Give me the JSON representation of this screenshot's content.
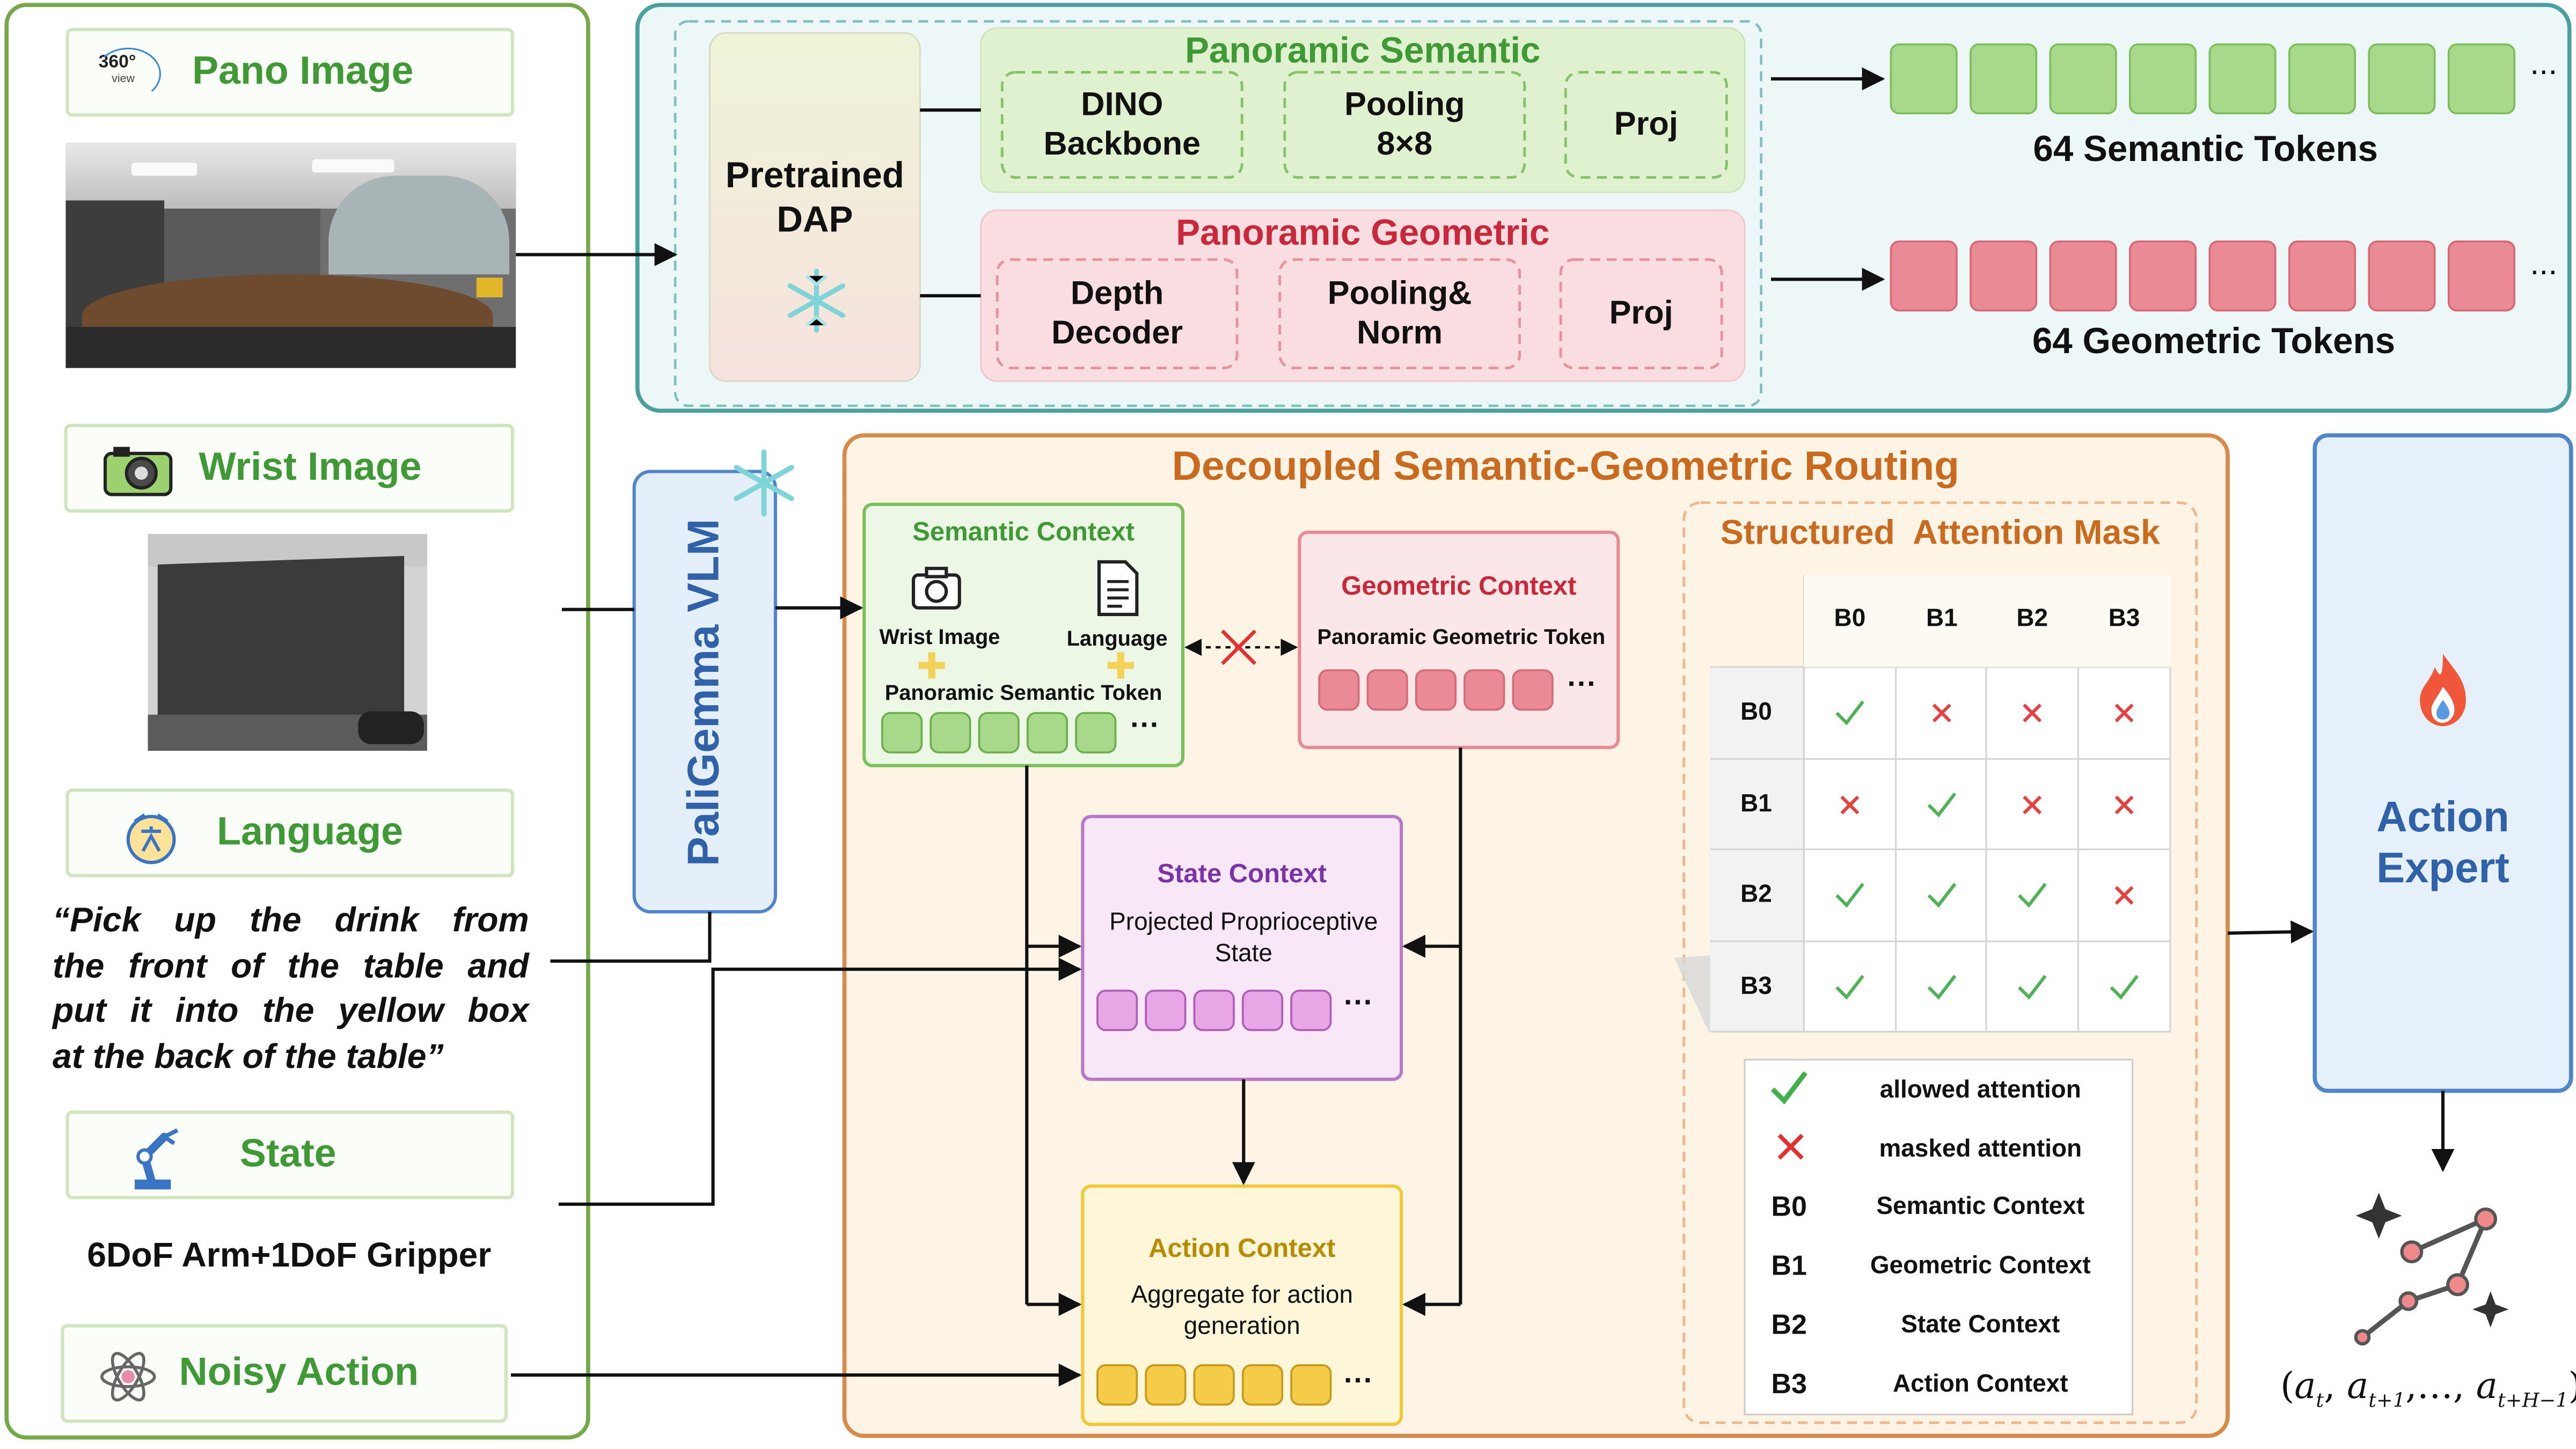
{
  "colors": {
    "input_panel_border": "#76a84a",
    "encoder_border": "#4a9f9f",
    "routing_border": "#d88a4a",
    "semantic_green": "#a8d98a",
    "geometric_red": "#ea8a94",
    "state_pink": "#e7a6e6",
    "action_yellow": "#f5cb4a",
    "orange_title": "#c96a1f",
    "blue_title": "#2f62a8"
  },
  "inputs": {
    "pano": {
      "label": "Pano Image",
      "icon": "panorama-360-icon",
      "icon_text_top": "360°",
      "icon_text_bottom": "view"
    },
    "wrist": {
      "label": "Wrist Image",
      "icon": "camera-icon"
    },
    "language": {
      "label": "Language",
      "icon": "language-translate-icon",
      "instruction_lines": [
        "“Pick up the drink from",
        "the front of the table and",
        "put it into the yellow box",
        "at the back of the table”"
      ]
    },
    "state": {
      "label": "State",
      "icon": "robot-arm-icon",
      "value": "6DoF Arm+1DoF Gripper"
    },
    "noisy_action": {
      "label": "Noisy Action",
      "icon": "atom-icon"
    }
  },
  "encoder": {
    "dap_line1": "Pretrained",
    "dap_line2": "DAP",
    "frozen_icon": "snowflake-icon",
    "semantic": {
      "title": "Panoramic Semantic",
      "modules": [
        {
          "line1": "DINO",
          "line2": "Backbone"
        },
        {
          "line1": "Pooling",
          "line2": "8×8"
        },
        {
          "line1": "Proj",
          "line2": ""
        }
      ],
      "tokens_label": "64 Semantic Tokens",
      "ellipsis": "..."
    },
    "geometric": {
      "title": "Panoramic Geometric",
      "modules": [
        {
          "line1": "Depth",
          "line2": "Decoder"
        },
        {
          "line1": "Pooling&",
          "line2": "Norm"
        },
        {
          "line1": "Proj",
          "line2": ""
        }
      ],
      "tokens_label": "64 Geometric Tokens",
      "ellipsis": "..."
    }
  },
  "vlm": {
    "label": "PaliGemma VLM",
    "frozen_icon": "snowflake-icon"
  },
  "routing": {
    "title": "Decoupled Semantic-Geometric Routing",
    "semantic_context": {
      "title": "Semantic Context",
      "wrist_label": "Wrist Image",
      "language_label": "Language",
      "token_label": "Panoramic Semantic Token",
      "ellipsis": "···"
    },
    "geometric_context": {
      "title": "Geometric Context",
      "token_label": "Panoramic Geometric Token",
      "ellipsis": "···"
    },
    "state_context": {
      "title": "State Context",
      "desc_line1": "Projected Proprioceptive",
      "desc_line2": "State",
      "ellipsis": "···"
    },
    "action_context": {
      "title": "Action Context",
      "desc_line1": "Aggregate for action",
      "desc_line2": "generation",
      "ellipsis": "···"
    }
  },
  "mask": {
    "title": "Structured  Attention Mask",
    "col_headers": [
      "B0",
      "B1",
      "B2",
      "B3"
    ],
    "rows": [
      {
        "label": "B0",
        "cells": [
          "allowed",
          "masked",
          "masked",
          "masked"
        ]
      },
      {
        "label": "B1",
        "cells": [
          "masked",
          "allowed",
          "masked",
          "masked"
        ]
      },
      {
        "label": "B2",
        "cells": [
          "allowed",
          "allowed",
          "allowed",
          "masked"
        ]
      },
      {
        "label": "B3",
        "cells": [
          "allowed",
          "allowed",
          "allowed",
          "allowed"
        ]
      }
    ],
    "legend": {
      "allowed": "allowed attention",
      "masked": "masked attention",
      "entries": [
        {
          "key": "B0",
          "value": "Semantic Context"
        },
        {
          "key": "B1",
          "value": "Geometric Context"
        },
        {
          "key": "B2",
          "value": "State Context"
        },
        {
          "key": "B3",
          "value": "Action Context"
        }
      ]
    }
  },
  "action_expert": {
    "line1": "Action",
    "line2": "Expert",
    "icon": "flame-icon",
    "output_icon": "constellation-icon",
    "output_formula": "(a_t, a_{t+1}, ..., a_{t+H-1})"
  }
}
